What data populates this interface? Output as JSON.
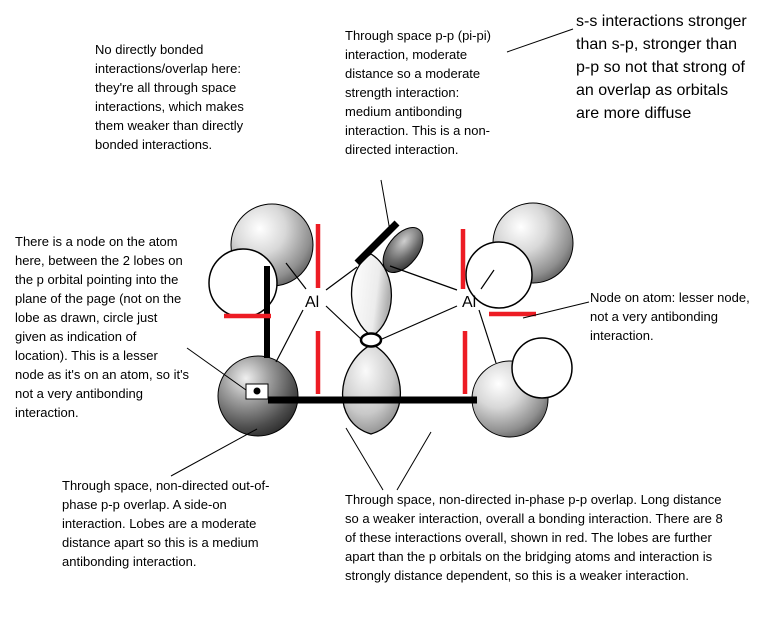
{
  "colors": {
    "interaction_red": "#ed1c24",
    "bond_black": "#000000"
  },
  "diagram": {
    "al_left": "Al",
    "al_right": "Al"
  },
  "annotations": {
    "top_left": "No directly bonded interactions/overlap here: they're all through space interactions, which makes them weaker than directly bonded interactions.",
    "top_middle": "Through space p-p (pi-pi) interaction, moderate distance so a moderate strength interaction: medium antibonding interaction. This is a non-directed interaction.",
    "top_right": "s-s interactions stronger than s-p, stronger than p-p so not that strong of an overlap as orbitals are more diffuse",
    "left": "There is a node on the atom here, between the 2 lobes on the p orbital pointing into the plane of the page (not on the lobe as drawn, circle just given as indication of location). This is a lesser node as it's on an atom, so it's not a very antibonding interaction.",
    "right": "Node on atom: lesser node, not a very antibonding interaction.",
    "bottom_left": "Through space, non-directed out-of-phase p-p overlap. A side-on interaction. Lobes are a moderate distance apart so this is a medium antibonding interaction.",
    "bottom_middle": "Through space, non-directed in-phase p-p overlap. Long distance so a weaker interaction, overall a bonding interaction. There are 8 of these interactions overall, shown in red. The lobes are further apart than the p orbitals on the bridging atoms and interaction is strongly distance dependent, so this is a weaker interaction."
  }
}
